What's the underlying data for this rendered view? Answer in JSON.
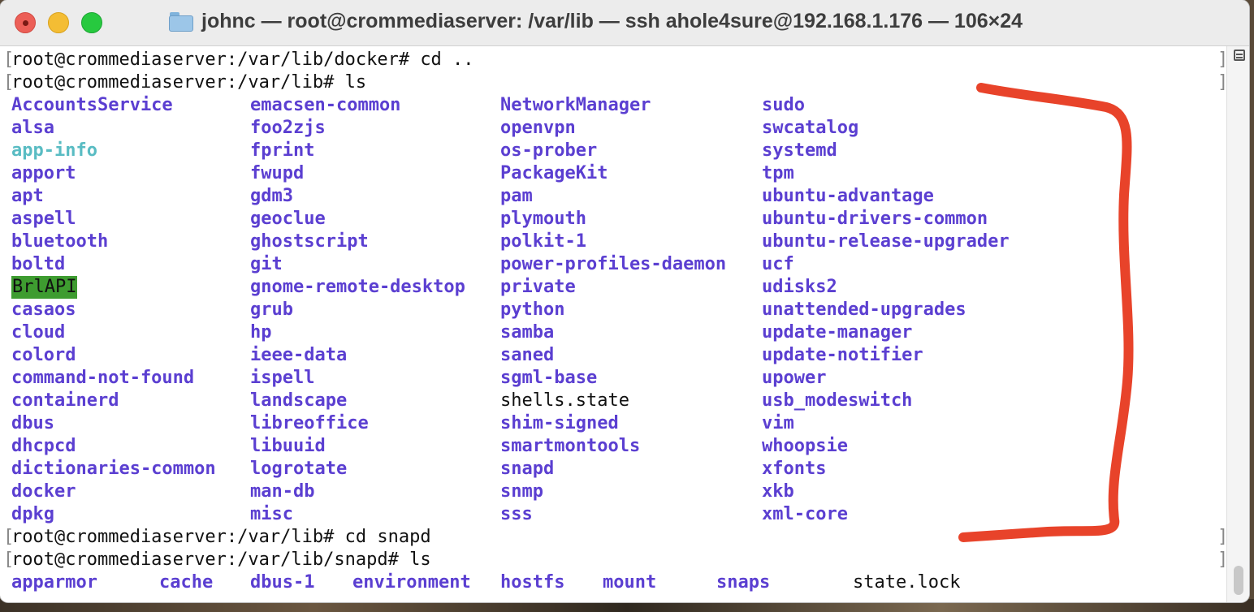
{
  "window": {
    "title": "johnc — root@crommediaserver: /var/lib — ssh ahole4sure@192.168.1.176 — 106×24"
  },
  "terminal": {
    "lines": [
      "root@crommediaserver:/var/lib/docker# cd ..",
      "root@crommediaserver:/var/lib# ls"
    ],
    "listing_columns": [
      [
        "AccountsService",
        "alsa",
        "app-info",
        "apport",
        "apt",
        "aspell",
        "bluetooth",
        "boltd",
        "BrlAPI",
        "casaos",
        "cloud",
        "colord",
        "command-not-found",
        "containerd",
        "dbus",
        "dhcpcd",
        "dictionaries-common",
        "docker",
        "dpkg"
      ],
      [
        "emacsen-common",
        "foo2zjs",
        "fprint",
        "fwupd",
        "gdm3",
        "geoclue",
        "ghostscript",
        "git",
        "gnome-remote-desktop",
        "grub",
        "hp",
        "ieee-data",
        "ispell",
        "landscape",
        "libreoffice",
        "libuuid",
        "logrotate",
        "man-db",
        "misc"
      ],
      [
        "NetworkManager",
        "openvpn",
        "os-prober",
        "PackageKit",
        "pam",
        "plymouth",
        "polkit-1",
        "power-profiles-daemon",
        "private",
        "python",
        "samba",
        "saned",
        "sgml-base",
        "shells.state",
        "shim-signed",
        "smartmontools",
        "snapd",
        "snmp",
        "sss"
      ],
      [
        "sudo",
        "swcatalog",
        "systemd",
        "tpm",
        "ubuntu-advantage",
        "ubuntu-drivers-common",
        "ubuntu-release-upgrader",
        "ucf",
        "udisks2",
        "unattended-upgrades",
        "update-manager",
        "update-notifier",
        "upower",
        "usb_modeswitch",
        "vim",
        "whoopsie",
        "xfonts",
        "xkb",
        "xml-core"
      ]
    ],
    "special": {
      "cyan": [
        "app-info"
      ],
      "highlight": [
        "BrlAPI"
      ],
      "plain": [
        "shells.state",
        "state.lock"
      ]
    },
    "after_lines": [
      "root@crommediaserver:/var/lib# cd snapd",
      "root@crommediaserver:/var/lib/snapd# ls"
    ],
    "snapd_listing": [
      "apparmor",
      "cache",
      "dbus-1",
      "environment",
      "hostfs",
      "mount",
      "snaps",
      "state.lock"
    ]
  },
  "colors": {
    "directory": "#5b3fd1",
    "cyan": "#59bcc3",
    "highlight_bg": "#3e9c30",
    "annotation": "#e8432a"
  },
  "icons": {
    "title_icon": "folder-icon",
    "scroll_marks": "marks-icon"
  }
}
